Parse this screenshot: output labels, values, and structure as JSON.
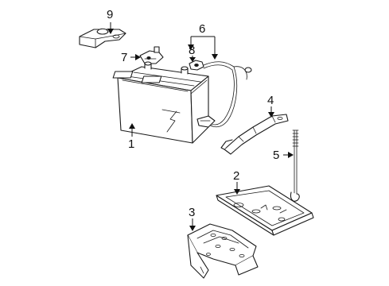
{
  "diagram": {
    "callouts": [
      {
        "id": "1",
        "label": "1"
      },
      {
        "id": "2",
        "label": "2"
      },
      {
        "id": "3",
        "label": "3"
      },
      {
        "id": "4",
        "label": "4"
      },
      {
        "id": "5",
        "label": "5"
      },
      {
        "id": "6",
        "label": "6"
      },
      {
        "id": "7",
        "label": "7"
      },
      {
        "id": "8",
        "label": "8"
      },
      {
        "id": "9",
        "label": "9"
      }
    ],
    "parts": [
      {
        "callout": "1",
        "icon": "battery-icon"
      },
      {
        "callout": "2",
        "icon": "battery-tray-icon"
      },
      {
        "callout": "3",
        "icon": "tray-support-bracket-icon"
      },
      {
        "callout": "4",
        "icon": "hold-down-clamp-icon"
      },
      {
        "callout": "5",
        "icon": "hold-down-bolt-icon"
      },
      {
        "callout": "6",
        "icon": "negative-cable-icon"
      },
      {
        "callout": "7",
        "icon": "terminal-clamp-icon"
      },
      {
        "callout": "8",
        "icon": "cable-terminal-icon"
      },
      {
        "callout": "9",
        "icon": "terminal-cover-icon"
      }
    ]
  }
}
